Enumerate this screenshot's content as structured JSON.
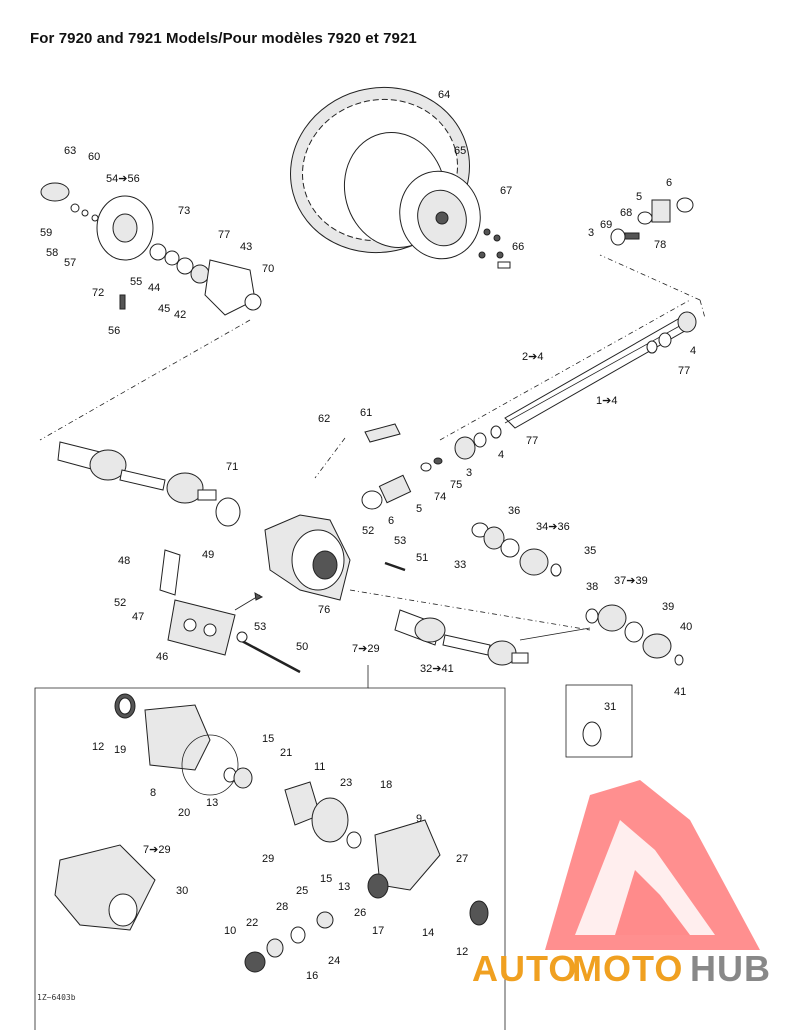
{
  "title": "For 7920 and 7921 Models/Pour modèles 7920 et 7921",
  "drawing_number": "1Z~6403b",
  "watermark": {
    "part1": "AUTO",
    "part2": "MOTO",
    "part3": "HUB",
    "color_main": "#f0a020",
    "color_hub": "#888888",
    "logo_color": "#ff6060"
  },
  "callouts": {
    "c64": "64",
    "c65": "65",
    "c67": "67",
    "c66": "66",
    "c63": "63",
    "c60": "60",
    "c54": "54➔56",
    "c73": "73",
    "c77a": "77",
    "c43": "43",
    "c59": "59",
    "c58": "58",
    "c57": "57",
    "c55": "55",
    "c44": "44",
    "c45": "45",
    "c42": "42",
    "c70": "70",
    "c72": "72",
    "c56": "56",
    "c6a": "6",
    "c5a": "5",
    "c68": "68",
    "c69": "69",
    "c3a": "3",
    "c78": "78",
    "c2": "2➔4",
    "c4a": "4",
    "c77b": "77",
    "c1": "1➔4",
    "c62": "62",
    "c61": "61",
    "c77c": "77",
    "c4b": "4",
    "c3b": "3",
    "c71": "71",
    "c75": "75",
    "c74": "74",
    "c6b": "6",
    "c5b": "5",
    "c52a": "52",
    "c53a": "53",
    "c51": "51",
    "c36": "36",
    "c34": "34➔36",
    "c33": "33",
    "c35": "35",
    "c48": "48",
    "c49": "49",
    "c52b": "52",
    "c47": "47",
    "c76": "76",
    "c53b": "53",
    "c46": "46",
    "c50": "50",
    "c7": "7➔29",
    "c38": "38",
    "c37": "37➔39",
    "c39": "39",
    "c40": "40",
    "c32": "32➔41",
    "c41": "41",
    "c31": "31",
    "c12a": "12",
    "c19": "19",
    "c15a": "15",
    "c21": "21",
    "c11": "11",
    "c23": "23",
    "c18": "18",
    "c8": "8",
    "c20": "20",
    "c13a": "13",
    "c9": "9",
    "c29": "29",
    "c15b": "15",
    "c13b": "13",
    "c27": "27",
    "c7b": "7➔29",
    "c30": "30",
    "c25": "25",
    "c28": "28",
    "c26": "26",
    "c17": "17",
    "c14": "14",
    "c22": "22",
    "c10": "10",
    "c24": "24",
    "c16": "16",
    "c12b": "12"
  }
}
